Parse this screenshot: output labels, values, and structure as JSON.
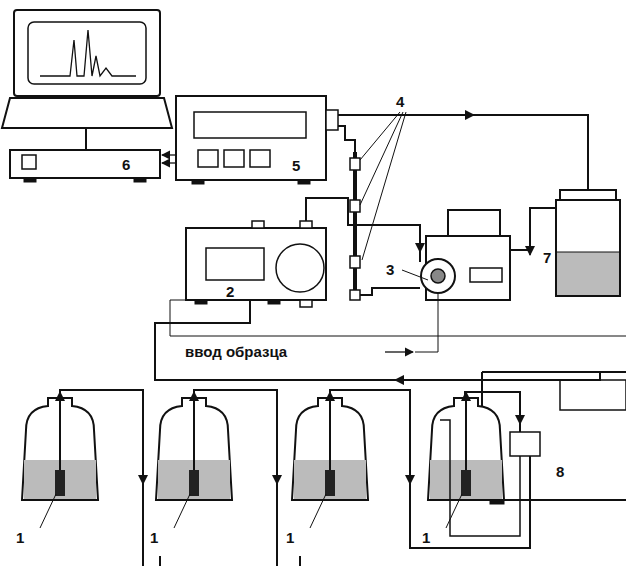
{
  "diagram": {
    "labels": [
      "5",
      "4",
      "6",
      "2",
      "3",
      "7",
      "ввод образца",
      "1",
      "1",
      "1",
      "1",
      "8"
    ]
  }
}
